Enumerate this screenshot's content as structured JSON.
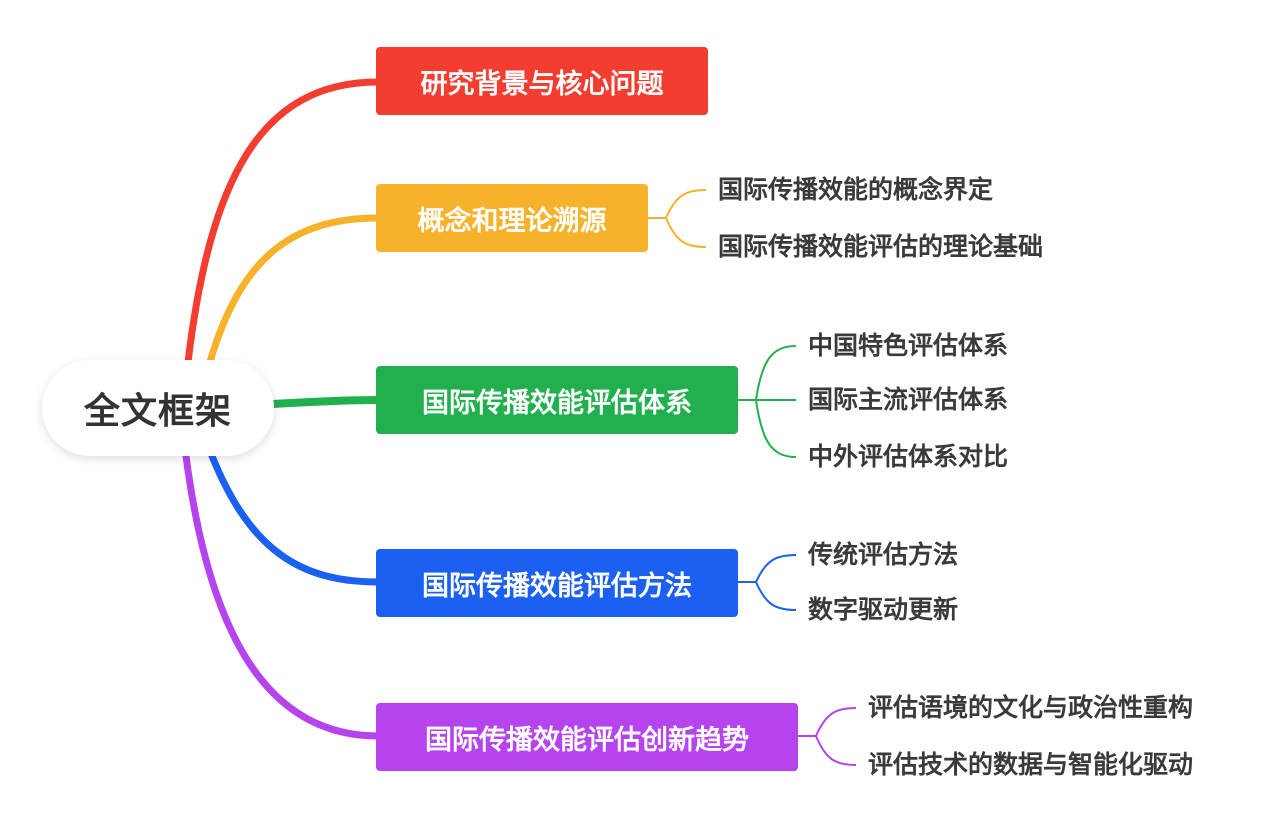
{
  "root": {
    "label": "全文框架"
  },
  "colors": {
    "branch1": "#f33d30",
    "branch2": "#f6b22b",
    "branch3": "#22b04e",
    "branch4": "#1c60f2",
    "branch5": "#b543ee"
  },
  "branches": [
    {
      "label": "研究背景与核心问题",
      "children": []
    },
    {
      "label": "概念和理论溯源",
      "children": [
        "国际传播效能的概念界定",
        "国际传播效能评估的理论基础"
      ]
    },
    {
      "label": "国际传播效能评估体系",
      "children": [
        "中国特色评估体系",
        "国际主流评估体系",
        "中外评估体系对比"
      ]
    },
    {
      "label": "国际传播效能评估方法",
      "children": [
        "传统评估方法",
        "数字驱动更新"
      ]
    },
    {
      "label": "国际传播效能评估创新趋势",
      "children": [
        "评估语境的文化与政治性重构",
        "评估技术的数据与智能化驱动"
      ]
    }
  ]
}
